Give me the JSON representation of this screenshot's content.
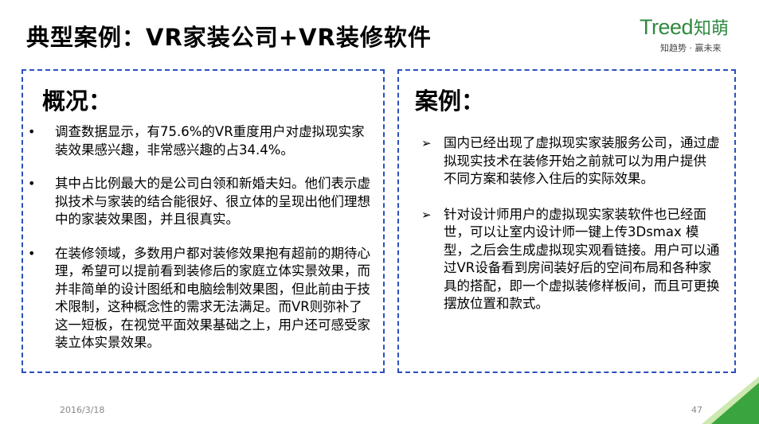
{
  "header": {
    "title": "典型案例：VR家装公司+VR装修软件"
  },
  "logo": {
    "text": "Treed",
    "text_cn": "知萌",
    "slogan": "知趋势 · 赢未来",
    "color": "#2f8a3f"
  },
  "overview": {
    "heading": "概况：",
    "bullet_glyph": "•",
    "items": [
      "调查数据显示，有75.6%的VR重度用户对虚拟现实家装效果感兴趣，非常感兴趣的占34.4%。",
      "其中占比例最大的是公司白领和新婚夫妇。他们表示虚拟技术与家装的结合能很好、很立体的呈现出他们理想中的家装效果图，并且很真实。",
      "在装修领域，多数用户都对装修效果抱有超前的期待心理，希望可以提前看到装修后的家庭立体实景效果，而并非简单的设计图纸和电脑绘制效果图，但此前由于技术限制，这种概念性的需求无法满足。而VR则弥补了这一短板，在视觉平面效果基础之上，用户还可感受家装立体实景效果。"
    ]
  },
  "cases": {
    "heading": "案例：",
    "bullet_glyph": "➢",
    "items": [
      "国内已经出现了虚拟现实家装服务公司，通过虚拟现实技术在装修开始之前就可以为用户提供 不同方案和装修入住后的实际效果。",
      "针对设计师用户的虚拟现实家装软件也已经面世，可以让室内设计师一键上传3Dsmax 模型，之后会生成虚拟现实观看链接。用户可以通过VR设备看到房间装好后的空间布局和各种家具的搭配，即一个虚拟装修样板间，而且可更换摆放位置和款式。"
    ]
  },
  "footer": {
    "date": "2016/3/18",
    "page_number": "47"
  },
  "colors": {
    "panel_border": "#2b4fbf",
    "accent_green": "#3aa53f"
  }
}
